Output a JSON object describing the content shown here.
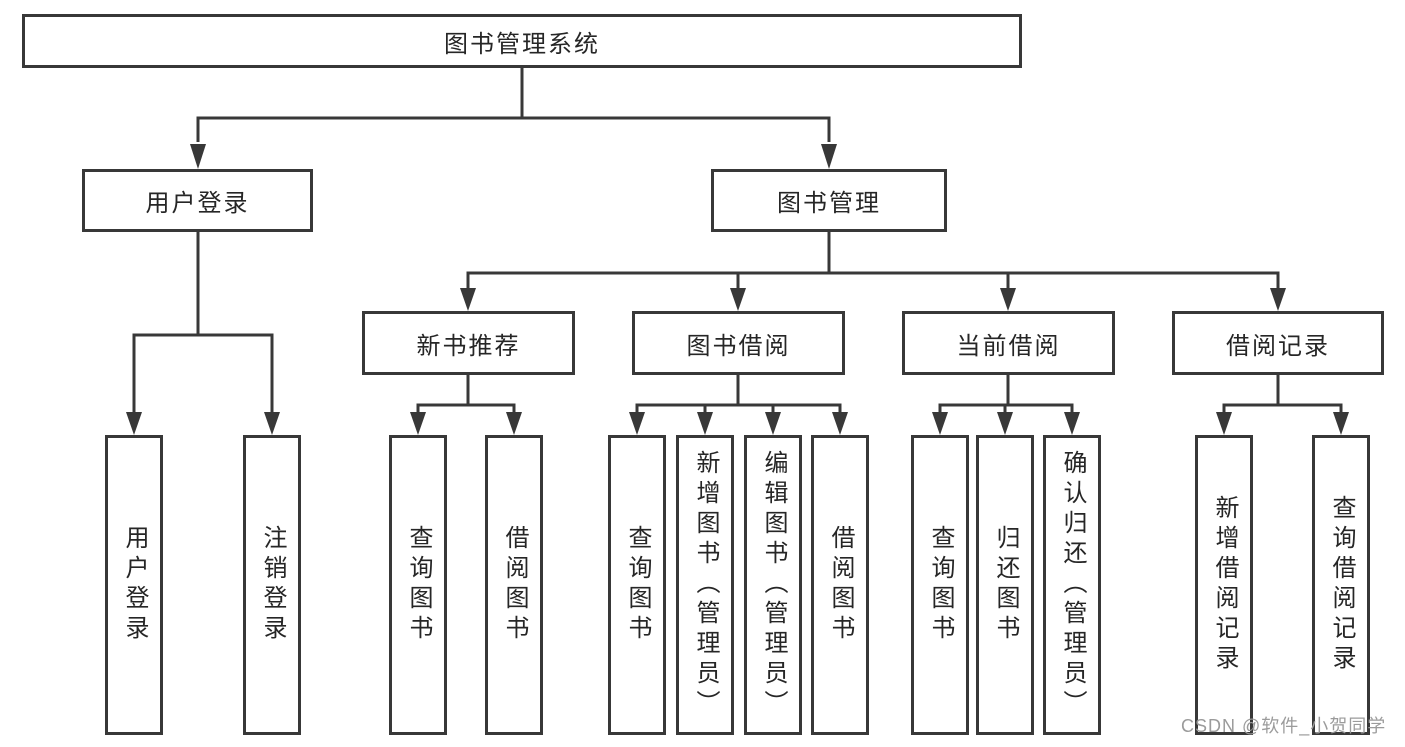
{
  "diagram": {
    "title": "图书管理系统",
    "branches": [
      {
        "label": "用户登录",
        "children": [
          {
            "label": "用户登录"
          },
          {
            "label": "注销登录"
          }
        ]
      },
      {
        "label": "图书管理",
        "children": [
          {
            "label": "新书推荐",
            "children": [
              {
                "label": "查询图书"
              },
              {
                "label": "借阅图书"
              }
            ]
          },
          {
            "label": "图书借阅",
            "children": [
              {
                "label": "查询图书"
              },
              {
                "label": "新增图书（管理员）"
              },
              {
                "label": "编辑图书（管理员）"
              },
              {
                "label": "借阅图书"
              }
            ]
          },
          {
            "label": "当前借阅",
            "children": [
              {
                "label": "查询图书"
              },
              {
                "label": "归还图书"
              },
              {
                "label": "确认归还（管理员）"
              }
            ]
          },
          {
            "label": "借阅记录",
            "children": [
              {
                "label": "新增借阅记录"
              },
              {
                "label": "查询借阅记录"
              }
            ]
          }
        ]
      }
    ]
  },
  "watermark": {
    "text": "CSDN @软件_小贺同学"
  },
  "colors": {
    "line": "#383838",
    "text": "#262626",
    "watermark": "#9b9b9b",
    "background": "#ffffff"
  }
}
